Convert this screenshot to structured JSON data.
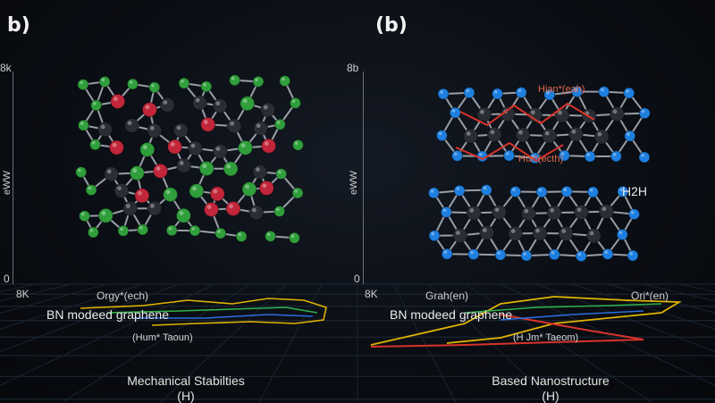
{
  "left_panel": {
    "letter": "b)",
    "y_top": "8k",
    "y_label": "eWW",
    "y_zero": "0",
    "x_left": "8K",
    "plot_label": "Orgy*(ech)",
    "legend": "BN modeed graphene",
    "small_label": "(Hum* Taoun)",
    "caption_line1": "Mechanical Stabilties",
    "caption_line2": "(H)"
  },
  "right_panel": {
    "letter": "(b)",
    "y_top": "8b",
    "y_label": "eWW",
    "y_zero": "0",
    "x_left": "8K",
    "plot_label_left": "Grah(en)",
    "plot_label_right": "Ori*(en)",
    "legend": "BN modeed graphene",
    "small_label": "(H Jm* Taeom)",
    "annot_top": "Hian*(eah)",
    "annot_mid": "Hur*(ecth)",
    "annot_right": "H2H",
    "caption_line1": "Based Nanostructure",
    "caption_line2": "(H)"
  },
  "colors": {
    "carbon": "#2a2d33",
    "boron": "#c2263a",
    "nitrogen": "#2f9e3b",
    "hydrogen": "#1e7fe0",
    "bond": "#c9ced6",
    "background": "#0a0d13"
  }
}
